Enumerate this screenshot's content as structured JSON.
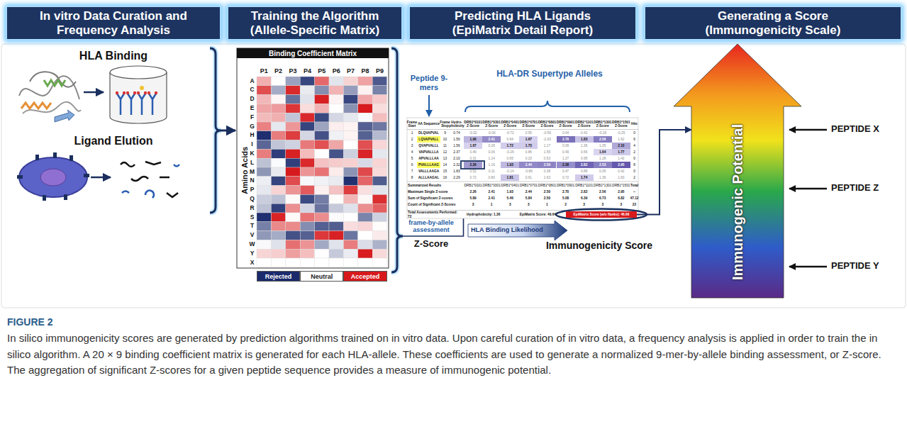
{
  "diagram": {
    "caption": "In silico immunogenicity scores are generated by prediction algorithms trained on in vitro data. Upon careful curation of in vitro data, a frequency analysis is applied in order to train the in silico algorithm. A 20 × 9 binding coefficient matrix is generated for each HLA-allele. These coefficients are used to generate a normalized 9-mer-by-allele binding assessment, or Z-score. The aggregation of significant Z-scores for a given peptide sequence provides a measure of immunogenic potential.",
    "nodes": [
      {
        "text": [
          "In vitro Data Curation and Frequency Analysis"
        ]
      },
      {
        "text": [
          "Training the Algorithm (Allele-Specific Matrix)"
        ]
      },
      {
        "text": [
          "Predicting HLA Ligands (EpiMatrix Detail Report)"
        ]
      },
      {
        "text": [
          "Generating a Score (Immunogenicity Scale)"
        ]
      },
      {
        "text": [
          "Binding Coefficient Matrix"
        ]
      },
      {
        "text": [
          "EpiMatrix Score (w/o flanks): 46.66"
        ]
      },
      {
        "text": [
          "Immunogenic Potential"
        ]
      }
    ],
    "edges": [
      {
        "from": 5,
        "to": 6,
        "arrow": "to"
      }
    ],
    "labels": [
      "HLA Binding",
      "Ligand Elution",
      "Amino Acids",
      "P1",
      "P2",
      "P3",
      "P4",
      "P5",
      "P6",
      "P7",
      "P8",
      "P9",
      "A",
      "C",
      "D",
      "E",
      "F",
      "G",
      "H",
      "I",
      "K",
      "L",
      "M",
      "N",
      "P",
      "Q",
      "R",
      "S",
      "T",
      "V",
      "W",
      "Y",
      "X",
      "Peptide 9-mers",
      "HLA-DR Supertype Alleles",
      "frame-by-allele assessment",
      "Z-Score",
      "HLA Binding Likelihood",
      "Immunogenicity Score",
      "PEPTIDE X",
      "PEPTIDE Z",
      "PEPTIDE Y",
      "FIGURE 2",
      "Frame Start",
      "AA Sequence",
      "Frame Stop",
      "Hydro- phobicity",
      "DRB1*0101 Z-Score",
      "DRB1*0301 Z-Score",
      "DRB1*0401 Z-Score",
      "DRB1*0701 Z-Score",
      "DRB1*0801 Z-Score",
      "DRB1*0901 Z-Score",
      "DRB1*1101 Z-Score",
      "DRB1*1301 Z-Score",
      "DRB1*1501 Z-Score",
      "Hits",
      "1",
      "DLQVAPVAL",
      "9",
      "0.74",
      "-0.02",
      "-0.06",
      "-0.72",
      "0.55",
      "-0.59",
      "0.04",
      "0.42",
      "-0.26",
      "-0.25",
      "0",
      "2",
      "LQVAPVALL",
      "10",
      "1.56",
      "1.96",
      "2.41",
      "0.94",
      "1.67",
      "-2.00",
      "2.70",
      "1.83",
      "2.56",
      "1.62",
      "6",
      "3",
      "QVAPVALLL",
      "11",
      "1.56",
      "1.67",
      "0.26",
      "1.72",
      "1.73",
      "1.17",
      "0.09",
      "1.36",
      "1.05",
      "2.10",
      "4",
      "4",
      "VAPVALLLA",
      "12",
      "2.37",
      "0.49",
      "0.06",
      "-0.26",
      "0.86",
      "1.55",
      "0.49",
      "0.66",
      "1.64",
      "1.77",
      "2",
      "5",
      "APVALLLAA",
      "13",
      "2.10",
      "0.31",
      "1.14",
      "0.65",
      "0.23",
      "0.53",
      "1.27",
      "0.95",
      "1.28",
      "1.42",
      "0",
      "6",
      "PVALLLAAG",
      "14",
      "2.32",
      "2.26",
      "1.16",
      "1.93",
      "2.44",
      "2.50",
      "2.38",
      "2.82",
      "2.53",
      "2.95",
      "8",
      "7",
      "VALLLAAGA",
      "15",
      "1.83",
      "0.52",
      "0.11",
      "-0.14",
      "-0.86",
      "0.38",
      "0.47",
      "0.88",
      "0.05",
      "0.42",
      "0",
      "8",
      "ALLLAAGAL",
      "16",
      "2.29",
      "0.72",
      "0.80",
      "1.81",
      "0.61",
      "1.63",
      "0.72",
      "1.74",
      "1.36",
      "1.63",
      "2",
      "Summarized Results",
      "DRB1*0101",
      "DRB1*0301",
      "DRB1*0401",
      "DRB1*0701",
      "DRB1*0801",
      "DRB1*0901",
      "DRB1*1101",
      "DRB1*1301",
      "DRB1*1501",
      "Total",
      "Maximum Single Z-score",
      "2.26",
      "2.41",
      "1.93",
      "2.44",
      "2.50",
      "2.70",
      "2.82",
      "2.56",
      "2.95",
      "--",
      "Sum of Significant Z-scores",
      "5.89",
      "2.41",
      "5.46",
      "5.84",
      "2.50",
      "5.08",
      "6.39",
      "6.73",
      "6.82",
      "47.12",
      "Count of Significant Z-Scores",
      "3",
      "1",
      "3",
      "3",
      "1",
      "2",
      "3",
      "3",
      "3",
      "22",
      "Total Assessments Performed: 72",
      "Hydrophobicity: 1.36",
      "EpiMatrix Score: 49.64"
    ],
    "legend": [
      {
        "text": "Rejected",
        "color": "#1a2a6c"
      },
      {
        "text": "Neutral",
        "color": "#ffffff"
      },
      {
        "text": "Accepted",
        "color": "#d7191c"
      }
    ]
  }
}
